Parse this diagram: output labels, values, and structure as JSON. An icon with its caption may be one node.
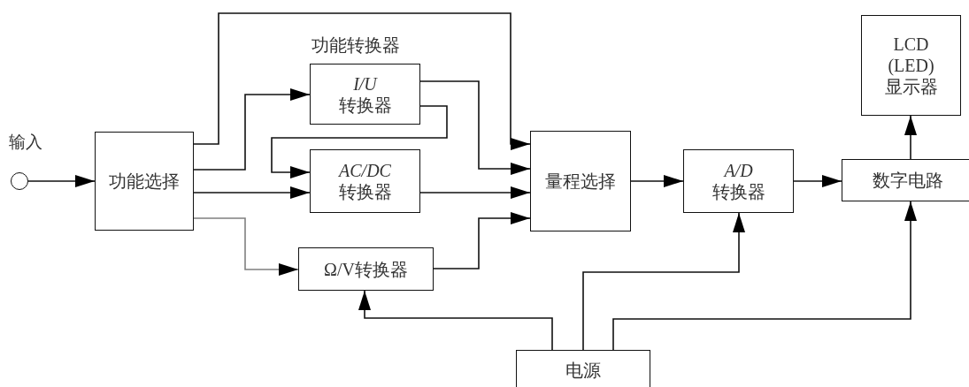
{
  "diagram": {
    "nodes": [
      {
        "text": [],
        "shape": "circle",
        "beside": [
          "输入"
        ]
      },
      {
        "text": [
          "功能选择"
        ]
      },
      {
        "text": [
          "*I/U* 转换器"
        ]
      },
      {
        "text": [
          "*AC/DC* 转换器"
        ]
      },
      {
        "text": [
          "Ω/V转换器"
        ]
      },
      {
        "text": [
          "量程选择"
        ]
      },
      {
        "text": [
          "*A/D* 转换器"
        ]
      },
      {
        "text": [
          "数字电路"
        ]
      },
      {
        "text": [
          "LCD (LED) 显示器"
        ]
      },
      {
        "text": [
          "电源"
        ]
      }
    ],
    "edges": [
      {
        "from": 0,
        "to": 1,
        "arrow": "to"
      },
      {
        "from": 1,
        "to": 5,
        "arrow": "to"
      },
      {
        "from": 1,
        "to": 2,
        "arrow": "to"
      },
      {
        "from": 1,
        "to": 3,
        "arrow": "to"
      },
      {
        "from": 1,
        "to": 4,
        "arrow": "to",
        "color": "#808080"
      },
      {
        "from": 2,
        "to": 3,
        "arrow": "to"
      },
      {
        "from": 2,
        "to": 5,
        "arrow": "to"
      },
      {
        "from": 3,
        "to": 5,
        "arrow": "to"
      },
      {
        "from": 4,
        "to": 5,
        "arrow": "to"
      },
      {
        "from": 5,
        "to": 6,
        "arrow": "to"
      },
      {
        "from": 6,
        "to": 7,
        "arrow": "to"
      },
      {
        "from": 7,
        "to": 8,
        "arrow": "to"
      },
      {
        "from": 9,
        "to": 4,
        "arrow": "to"
      },
      {
        "from": 9,
        "to": 6,
        "arrow": "to"
      },
      {
        "from": 9,
        "to": 7,
        "arrow": "to"
      }
    ],
    "labels": [
      "功能转换器"
    ]
  }
}
